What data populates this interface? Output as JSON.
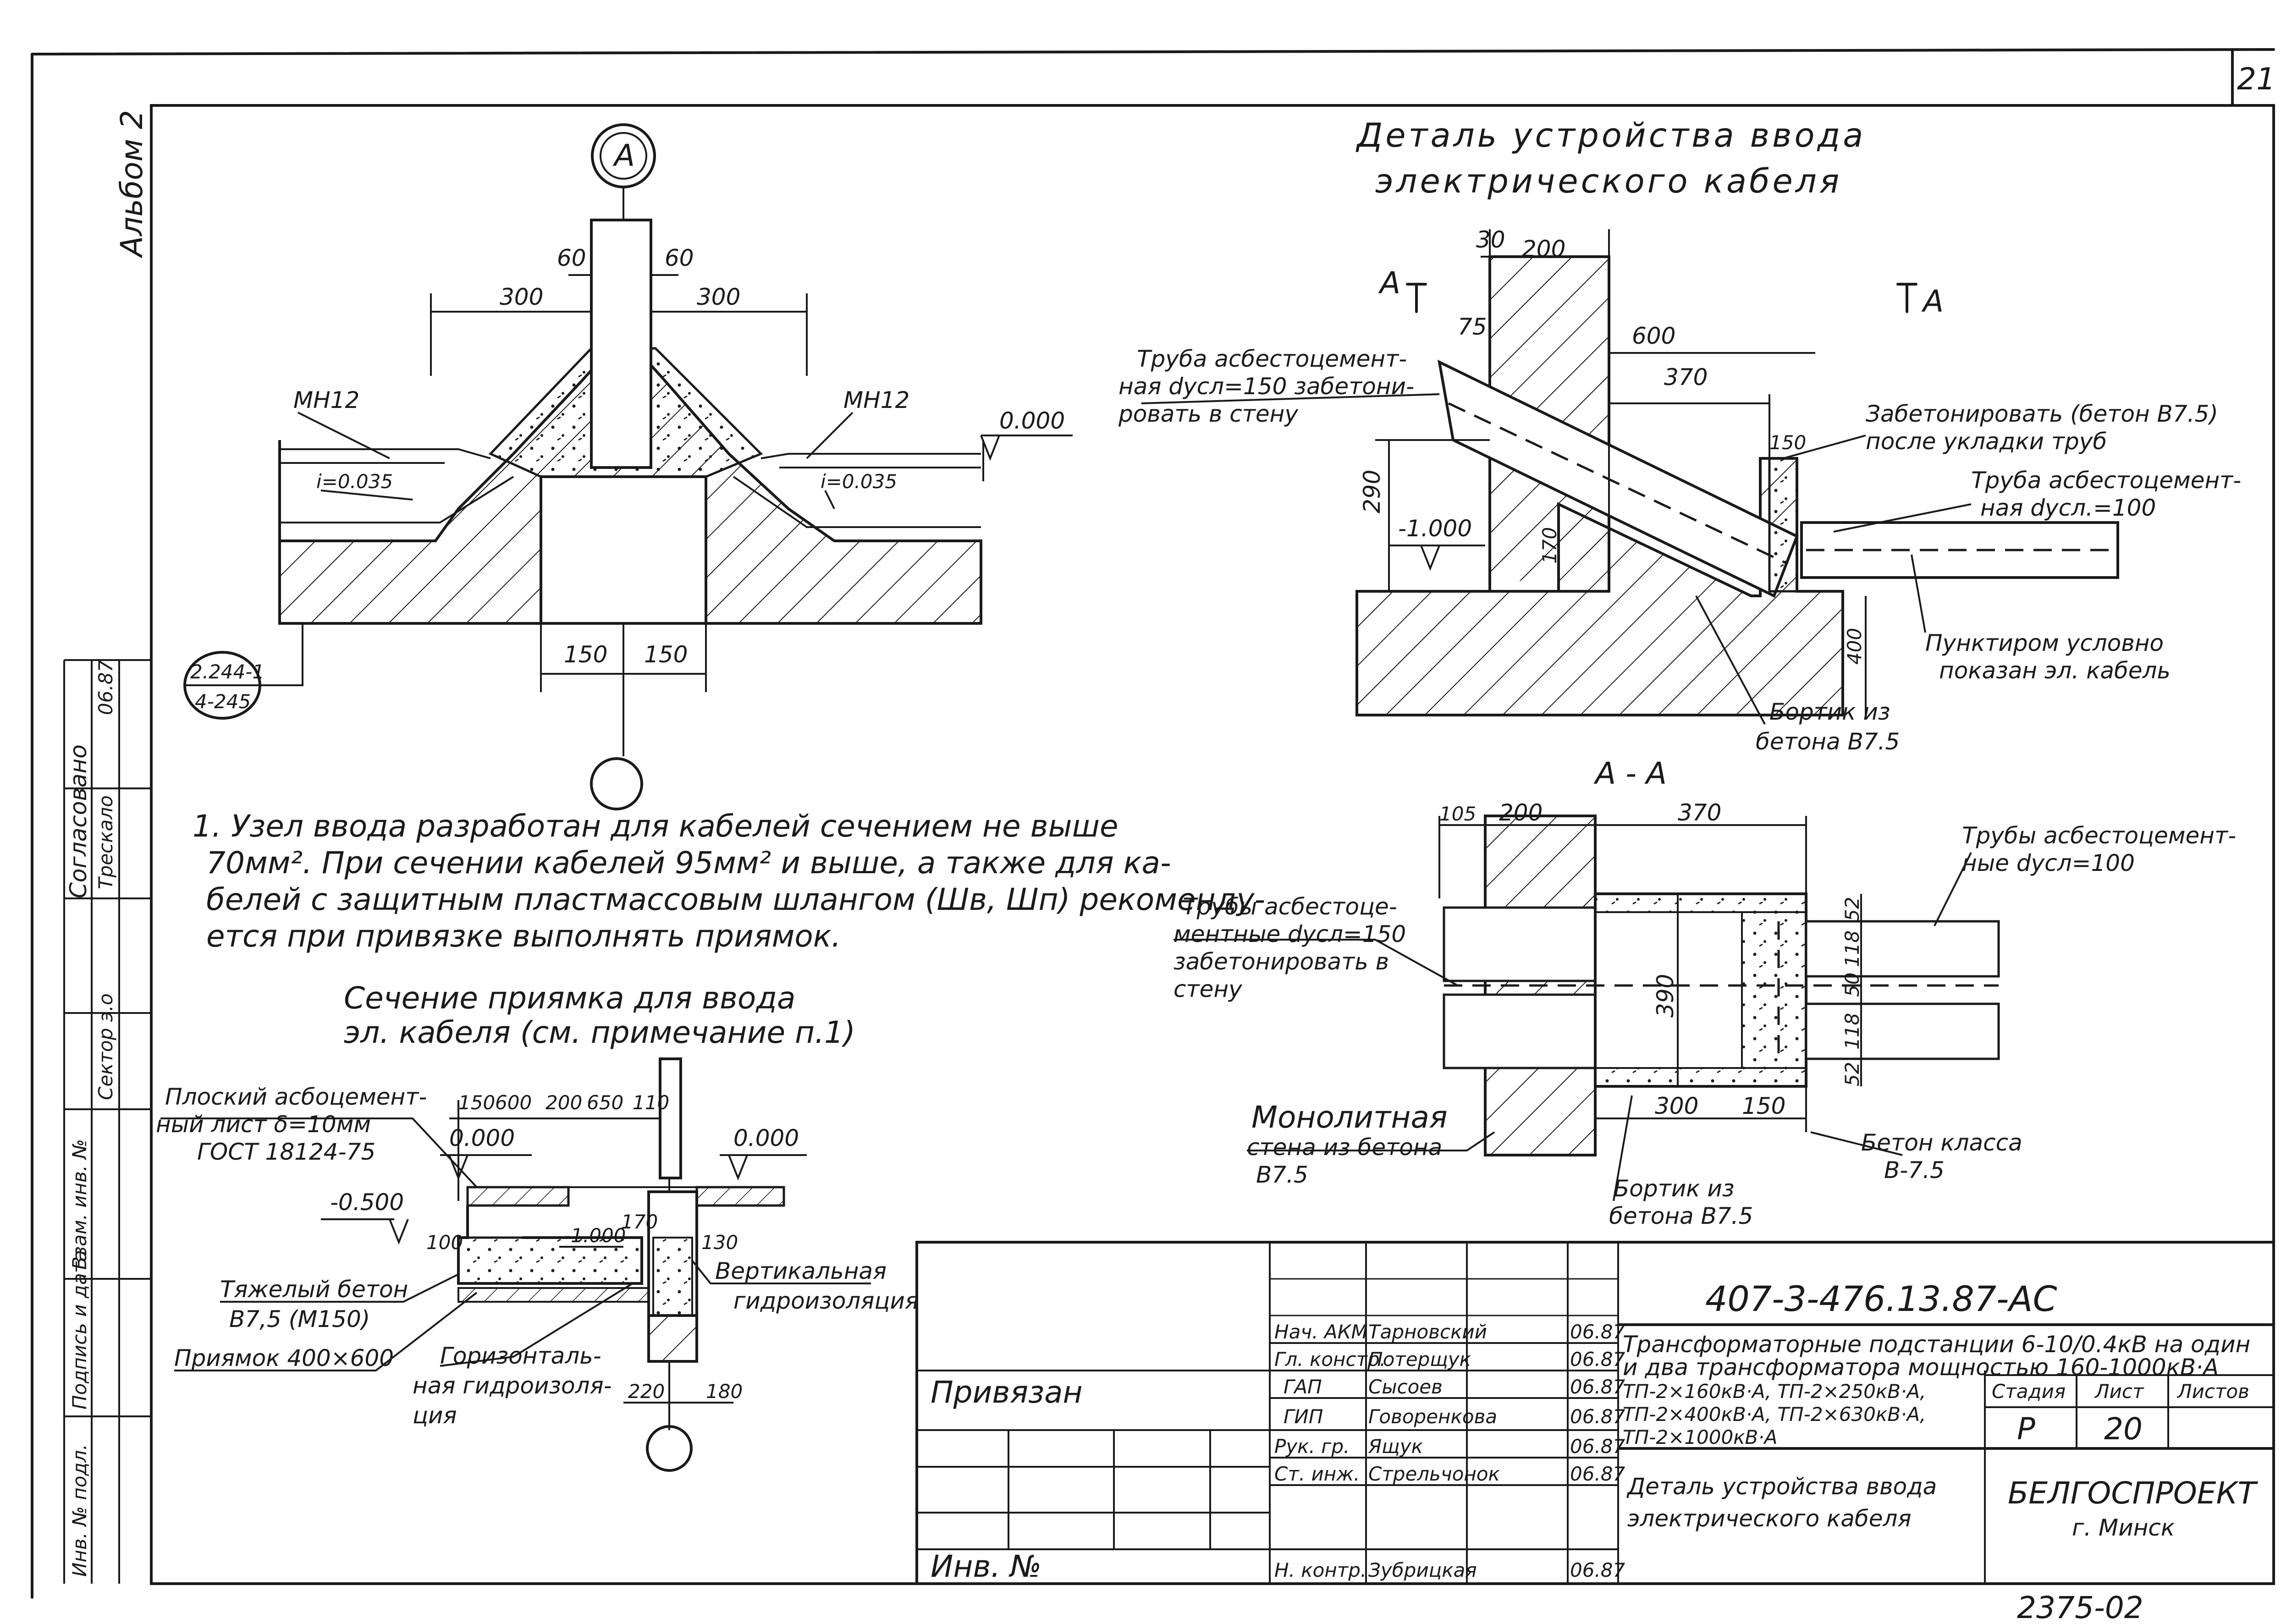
{
  "sheet": {
    "sheet_no": "21",
    "album": "Альбом 2",
    "drawing_code": "407-3-476.13.87-АС",
    "archive_no": "2375-02",
    "privyazan": "Привязан",
    "inv_label": "Инв. №"
  },
  "left_strip": {
    "cells": [
      "Согласовано",
      "Сектор э.о",
      "Трескало",
      "06.87"
    ],
    "bottom_cells": [
      "Взам. инв. №",
      "Подпись и дата",
      "Инв. № подл."
    ]
  },
  "detail_a": {
    "marker": "А",
    "dims": [
      "60",
      "60",
      "300",
      "300",
      "150",
      "150"
    ],
    "labels": [
      "МН12",
      "МН12",
      "0.000",
      "i=0.035",
      "i=0.035"
    ],
    "ref_top": "2.244-1",
    "ref_bottom": "4-245"
  },
  "note": {
    "line1": "1. Узел ввода разработан для кабелей сечением не выше",
    "line2": "70мм². При сечении кабелей 95мм² и выше, а также для ка-",
    "line3": "белей с защитным пластмассовым шлангом (Шв, Шп) рекоменду-",
    "line4": "ется при привязке выполнять приямок."
  },
  "pit_section": {
    "title1": "Сечение приямка для ввода",
    "title2": "эл. кабеля (см. примечание п.1)",
    "dims_top": [
      "150",
      "600",
      "200",
      "650",
      "110"
    ],
    "levels": [
      "0.000",
      "0.000",
      "-0.500",
      "-1.000"
    ],
    "dims_misc": [
      "100",
      "170",
      "130",
      "220",
      "180"
    ],
    "labels": {
      "flat_sheet_1": "Плоский асбоцемент-",
      "flat_sheet_2": "ный лист δ=10мм",
      "flat_sheet_3": "ГОСТ 18124-75",
      "heavy_concrete_1": "Тяжелый бетон",
      "heavy_concrete_2": "В7,5 (М150)",
      "pit": "Приямок 400×600",
      "horiz_1": "Горизонталь-",
      "horiz_2": "ная гидроизоля-",
      "horiz_3": "ция",
      "vert_1": "Вертикальная",
      "vert_2": "гидроизоляция"
    }
  },
  "detail_entry": {
    "title1": "Деталь устройства ввода",
    "title2": "электрического кабеля",
    "dims": [
      "30",
      "200",
      "75",
      "600",
      "370",
      "150",
      "290",
      "170",
      "400"
    ],
    "level": "-1.000",
    "section_mark": "А",
    "labels": {
      "pipe150_1": "Труба асбестоцемент-",
      "pipe150_2": "ная dусл=150 забетони-",
      "pipe150_3": "ровать в стену",
      "concrete_1": "Забетонировать (бетон В7.5)",
      "concrete_2": "после укладки труб",
      "pipe100_1": "Труба асбестоцемент-",
      "pipe100_2": "ная dусл.=100",
      "dashed_1": "Пунктиром условно",
      "dashed_2": "показан эл. кабель",
      "curb_1": "Бортик из",
      "curb_2": "бетона В7.5"
    }
  },
  "section_aa": {
    "title": "А - А",
    "dims": [
      "105",
      "200",
      "370",
      "390",
      "52",
      "118",
      "50",
      "118",
      "52",
      "300",
      "150"
    ],
    "labels": {
      "pipes150_1": "Трубы асбестоце-",
      "pipes150_2": "ментные dусл=150",
      "pipes150_3": "забетонировать в",
      "pipes150_4": "стену",
      "pipes100_1": "Трубы асбестоцемент-",
      "pipes100_2": "ные dусл=100",
      "wall_1": "Монолитная",
      "wall_2": "стена из бетона",
      "wall_3": "В7.5",
      "curb_1": "Бортик из",
      "curb_2": "бетона В7.5",
      "concrete_1": "Бетон класса",
      "concrete_2": "В-7.5"
    }
  },
  "title_block": {
    "rows": [
      {
        "role": "Нач. АКМ",
        "name": "Тарновский",
        "date": "06.87"
      },
      {
        "role": "Гл. констр.",
        "name": "Потерщук",
        "date": "06.87"
      },
      {
        "role": "ГАП",
        "name": "Сысоев",
        "date": "06.87"
      },
      {
        "role": "ГИП",
        "name": "Говоренкова",
        "date": "06.87"
      },
      {
        "role": "Рук. гр.",
        "name": "Ящук",
        "date": "06.87"
      },
      {
        "role": "Ст. инж.",
        "name": "Стрельчонок",
        "date": "06.87"
      },
      {
        "role": "Н. контр.",
        "name": "Зубрицкая",
        "date": "06.87"
      }
    ],
    "project_1": "Трансформаторные подстанции 6-10/0.4кВ на один",
    "project_2": "и два трансформатора мощностью 160-1000кВ·А",
    "project_3": "ТП-2×160кВ·А, ТП-2×250кВ·А,",
    "project_4": "ТП-2×400кВ·А, ТП-2×630кВ·А,",
    "project_5": "ТП-2×1000кВ·А",
    "stage_h": "Стадия",
    "sheet_h": "Лист",
    "sheets_h": "Листов",
    "stage": "Р",
    "sheet": "20",
    "sheets": "",
    "sheet_title_1": "Деталь устройства ввода",
    "sheet_title_2": "электрического кабеля",
    "org_1": "БЕЛГОСПРОЕКТ",
    "org_2": "г. Минск"
  }
}
